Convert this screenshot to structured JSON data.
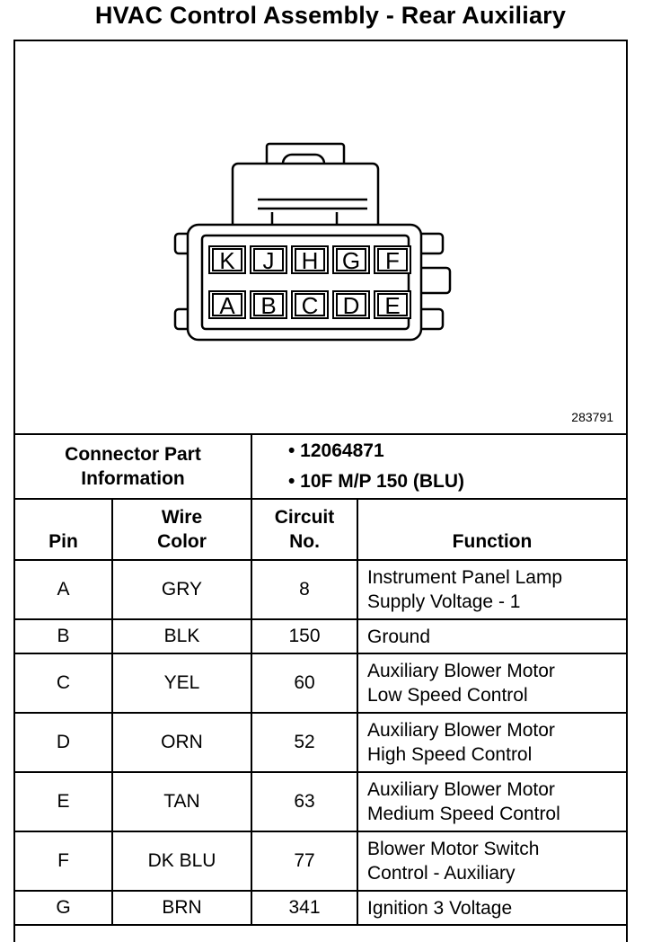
{
  "title": "HVAC Control Assembly - Rear Auxiliary",
  "diagram_id": "283791",
  "connector": {
    "pins_top": [
      "K",
      "J",
      "H",
      "G",
      "F"
    ],
    "pins_bottom": [
      "A",
      "B",
      "C",
      "D",
      "E"
    ]
  },
  "connector_info": {
    "label_line1": "Connector Part",
    "label_line2": "Information",
    "items": [
      "• 12064871",
      "• 10F M/P 150 (BLU)"
    ]
  },
  "headers": {
    "pin": "Pin",
    "wire_line1": "Wire",
    "wire_line2": "Color",
    "circuit_line1": "Circuit",
    "circuit_line2": "No.",
    "function": "Function"
  },
  "rows": [
    {
      "pin": "A",
      "color": "GRY",
      "circuit": "8",
      "f1": "Instrument Panel Lamp",
      "f2": "Supply Voltage - 1"
    },
    {
      "pin": "B",
      "color": "BLK",
      "circuit": "150",
      "f1": "Ground",
      "f2": ""
    },
    {
      "pin": "C",
      "color": "YEL",
      "circuit": "60",
      "f1": "Auxiliary Blower Motor",
      "f2": "Low Speed Control"
    },
    {
      "pin": "D",
      "color": "ORN",
      "circuit": "52",
      "f1": "Auxiliary Blower Motor",
      "f2": "High Speed Control"
    },
    {
      "pin": "E",
      "color": "TAN",
      "circuit": "63",
      "f1": "Auxiliary Blower Motor",
      "f2": "Medium Speed Control"
    },
    {
      "pin": "F",
      "color": "DK BLU",
      "circuit": "77",
      "f1": "Blower Motor Switch",
      "f2": "Control - Auxiliary"
    },
    {
      "pin": "G",
      "color": "BRN",
      "circuit": "341",
      "f1": "Ignition 3 Voltage",
      "f2": ""
    }
  ]
}
